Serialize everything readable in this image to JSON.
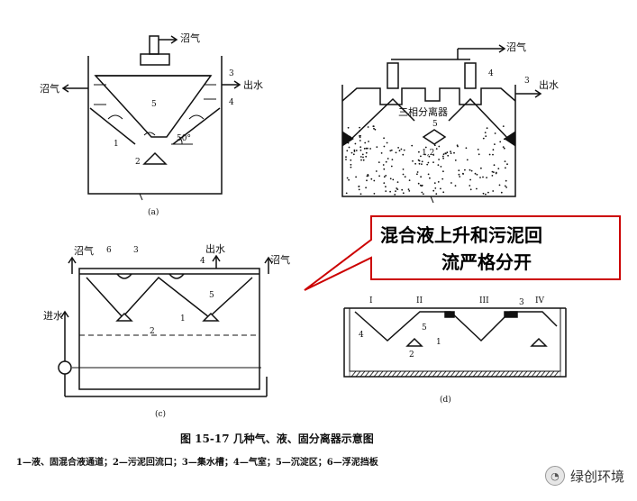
{
  "panel_a": {
    "label": "(a)",
    "gas_top": "沼气",
    "gas_left": "沼气",
    "water_out": "出水",
    "angle": "50°",
    "n1": "1",
    "n2": "2",
    "n3": "3",
    "n4": "4",
    "n5": "5"
  },
  "panel_b": {
    "gas": "沼气",
    "water_out": "出水",
    "separator": "三相分离器",
    "n3": "3",
    "n4": "4",
    "n5": "5",
    "n12": "1,2"
  },
  "panel_c": {
    "label": "(c)",
    "gas_left": "沼气",
    "gas_right": "沼气",
    "water_out": "出水",
    "inlet": "进水",
    "n1": "1",
    "n2": "2",
    "n3": "3",
    "n4": "4",
    "n5": "5",
    "n6": "6"
  },
  "panel_d": {
    "label": "(d)",
    "roman": [
      "I",
      "II",
      "III",
      "IV"
    ],
    "n1": "1",
    "n2": "2",
    "n3": "3",
    "n4": "4",
    "n5": "5"
  },
  "callout": {
    "line1": "混合液上升和污泥回",
    "line2": "流严格分开",
    "border_color": "#cc0000"
  },
  "caption": "图 15-17   几种气、液、固分离器示意图",
  "legend": "1—液、固混合液通道；2—污泥回流口；3—集水槽；4—气室；5—沉淀区；6—浮泥挡板",
  "watermark": "绿创环境",
  "watermark_icon": "wechat-icon"
}
